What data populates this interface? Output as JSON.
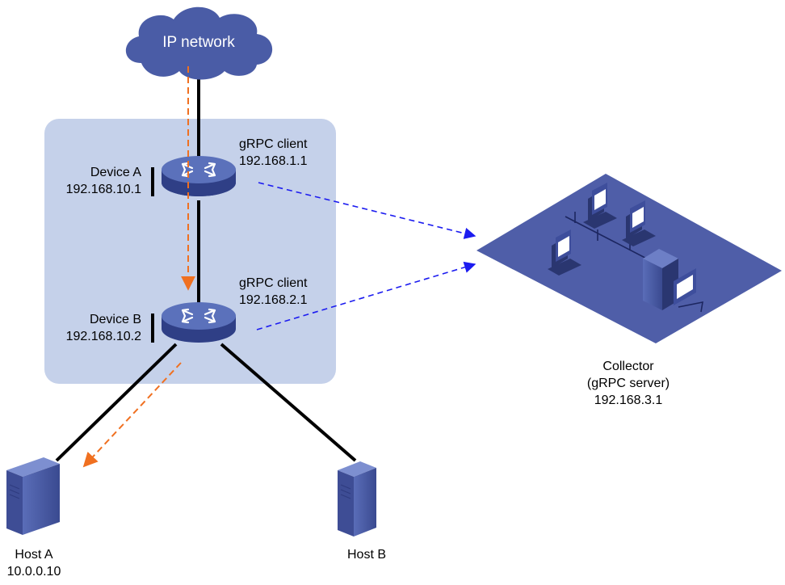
{
  "cloud": {
    "label": "IP network"
  },
  "device_a": {
    "name": "Device A",
    "ip": "192.168.10.1",
    "role": "gRPC client",
    "client_ip": "192.168.1.1"
  },
  "device_b": {
    "name": "Device B",
    "ip": "192.168.10.2",
    "role": "gRPC client",
    "client_ip": "192.168.2.1"
  },
  "collector": {
    "line1": "Collector",
    "line2": "(gRPC server)",
    "line3": "192.168.3.1"
  },
  "host_a": {
    "name": "Host A",
    "ip": "10.0.0.10"
  },
  "host_b": {
    "name": "Host B"
  },
  "colors": {
    "region": "#c5d1ea",
    "cloud": "#4a5ca6",
    "router": "#4f66b0",
    "collector_floor": "#4f5ea8",
    "blue_arrow": "#1c1cf0",
    "orange_arrow": "#f07020",
    "link": "#000000"
  }
}
